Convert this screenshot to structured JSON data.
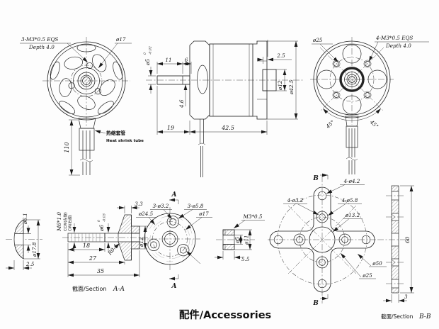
{
  "title": "配件/Accessories",
  "front": {
    "thread": "3-M3*0.5 EQS",
    "depth": "Depth 4.0",
    "bolt_circle": "ø17",
    "wire_len": "110",
    "sleeve_cn": "热缩套管",
    "sleeve_en": "Heat shrink tube"
  },
  "side": {
    "shaft_dia": "ø5",
    "tol_hi": "0",
    "tol_lo": "-0.02",
    "d11": "11",
    "d6": "6",
    "d46": "4.6",
    "d25": "2.5",
    "boss": "ø12",
    "od": "ø42.5",
    "d19": "19",
    "d425": "42.5"
  },
  "rear": {
    "bc": "ø25",
    "thread": "4-M3*0.5 EQS",
    "depth": "Depth 4.0",
    "a1": "45°",
    "a2": "45°"
  },
  "washer": {
    "id": "ø6.1",
    "od": "ø17.8",
    "t": "2.5"
  },
  "shaft_aa": {
    "thread": "M6*1.0",
    "ccw": "CCW(左旋)",
    "cw": "CW(右旋)",
    "dia": "ø6",
    "tol_hi": "0",
    "tol_lo": "-0.03",
    "d33": "3.3",
    "boss": "ø12",
    "fillet": "R0.4",
    "d18": "18",
    "d27": "27",
    "d35": "35",
    "sec": "截面/Section",
    "sec_id": "A-A"
  },
  "face_aa": {
    "marker": "A",
    "holes_small": "3-ø3.2",
    "holes_large": "3-ø5.8",
    "od": "ø24.5",
    "bc": "ø17"
  },
  "nut": {
    "thread": "M3*0.5",
    "id": "ø5",
    "od": "ø11",
    "len": "5.5"
  },
  "mount": {
    "marker": "B",
    "tip_holes": "4-ø4.2",
    "small_holes": "4-ø3.2",
    "cbore_holes": "4-ø5.8",
    "center_hole": "ø13.2",
    "od": "ø50",
    "bc": "ø25"
  },
  "sec_bb": {
    "h": "60",
    "t": "3",
    "sec": "截面/Section",
    "sec_id": "B-B"
  }
}
